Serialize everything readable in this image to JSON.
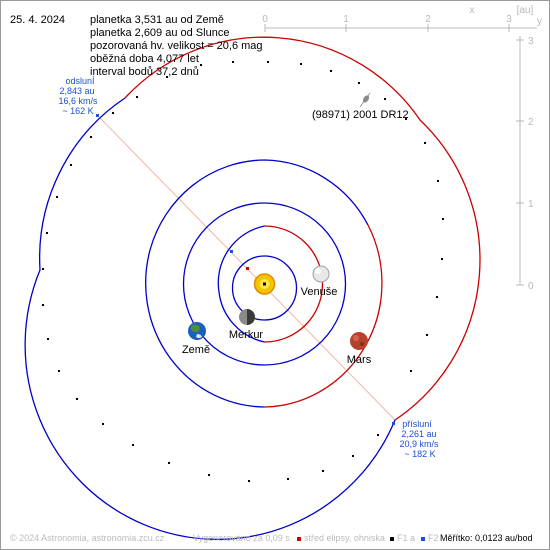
{
  "date": "25. 4. 2024",
  "info": [
    "planetka 3,531 au od Země",
    "planetka 2,609 au od Slunce",
    "pozorovaná hv. velikost = 20,6 mag",
    "oběžná doba 4,077 let",
    "interval bodů 37,2 dnů"
  ],
  "asteroid_name": "(98971) 2001 DR12",
  "aphelion": {
    "title": "odslunÍ",
    "distance": "2,843 au",
    "speed": "16,6 km/s",
    "temp": "~ 162 K"
  },
  "perihelion": {
    "title": "přísluní",
    "distance": "2,261 au",
    "speed": "20,9 km/s",
    "temp": "~ 182 K"
  },
  "planets": {
    "venus": "Venuše",
    "mercury": "Merkur",
    "earth": "Země",
    "mars": "Mars"
  },
  "scale_top": {
    "labels": [
      "0",
      "1",
      "2",
      "3"
    ],
    "axis": "x",
    "unit": "[au]"
  },
  "scale_right": {
    "labels": [
      "3",
      "2",
      "1",
      "0"
    ],
    "axis": "y"
  },
  "footer": {
    "copyright": "© 2024 Astronomia, astronomia.zcu.cz",
    "generated": "Vygenerováno za 0,09 s",
    "legend_center": "střed elipsy, ohniska",
    "legend_f1": "F1 a",
    "legend_f2": "F2",
    "scale": "Měřítko: 0,0123 au/bod"
  },
  "colors": {
    "orbit_blue": "#0000cc",
    "orbit_red": "#cc0000",
    "label_blue": "#1a4fd6",
    "apsis_line": "#f0b8a0",
    "axis_gray": "#b8b8b8"
  }
}
